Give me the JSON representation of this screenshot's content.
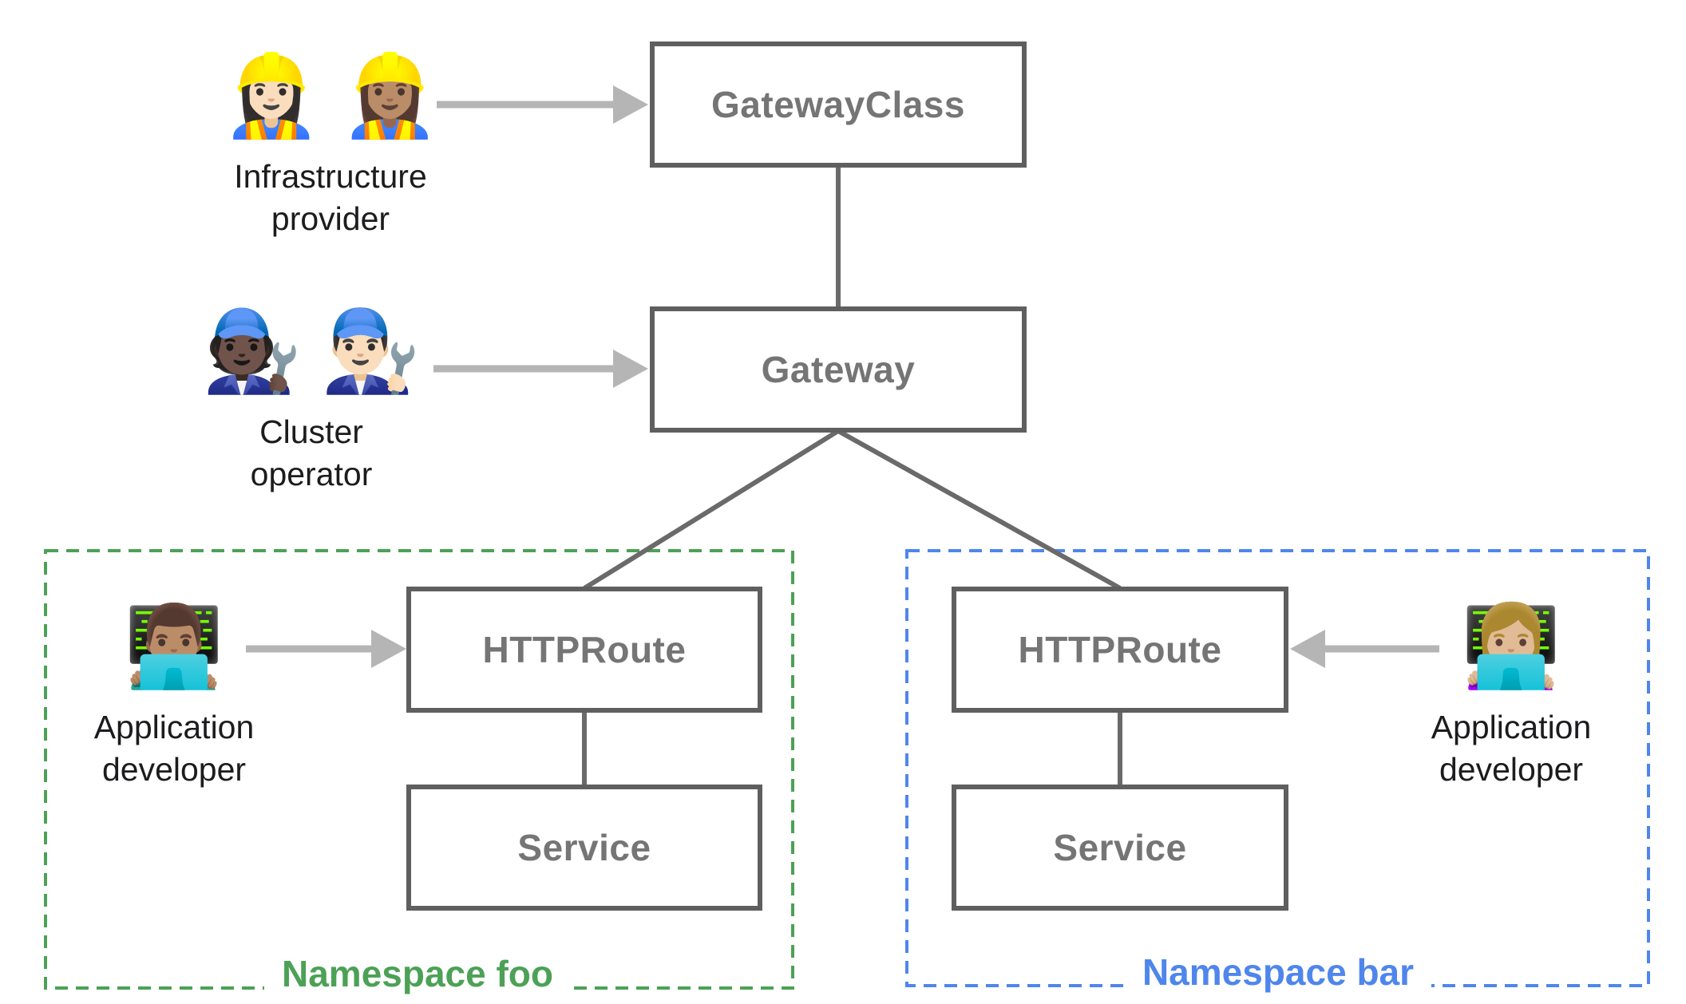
{
  "title": "Gateway API resource model diagram",
  "colors": {
    "background": "#ffffff",
    "box_border": "#5f5f5f",
    "box_label": "#757575",
    "connector": "#6a6a6a",
    "arrow": "#b5b5b5",
    "persona_text": "#1c1c1e",
    "namespace_foo": "#4ca156",
    "namespace_bar": "#4f86ec"
  },
  "nodes": {
    "gateway_class": {
      "label": "GatewayClass"
    },
    "gateway": {
      "label": "Gateway"
    },
    "httproute_foo": {
      "label": "HTTPRoute"
    },
    "service_foo": {
      "label": "Service"
    },
    "httproute_bar": {
      "label": "HTTPRoute"
    },
    "service_bar": {
      "label": "Service"
    }
  },
  "namespaces": {
    "foo": {
      "label": "Namespace foo",
      "color": "#4ca156"
    },
    "bar": {
      "label": "Namespace bar",
      "color": "#4f86ec"
    }
  },
  "personas": {
    "infrastructure_provider": {
      "icons": [
        {
          "name": "woman-construction-worker-light-skin-icon",
          "glyph": "👷🏻‍♀️"
        },
        {
          "name": "woman-construction-worker-medium-skin-icon",
          "glyph": "👷🏽‍♀️"
        }
      ],
      "label_line1": "Infrastructure",
      "label_line2": "provider"
    },
    "cluster_operator": {
      "icons": [
        {
          "name": "mechanic-dark-skin-icon",
          "glyph": "🧑🏿‍🔧"
        },
        {
          "name": "man-mechanic-light-skin-icon",
          "glyph": "👨🏻‍🔧"
        }
      ],
      "label_line1": "Cluster",
      "label_line2": "operator"
    },
    "application_developer_foo": {
      "icons": [
        {
          "name": "man-technologist-medium-skin-icon",
          "glyph": "👨🏽‍💻"
        }
      ],
      "label_line1": "Application",
      "label_line2": "developer"
    },
    "application_developer_bar": {
      "icons": [
        {
          "name": "woman-technologist-medium-light-skin-icon",
          "glyph": "👩🏼‍💻"
        }
      ],
      "label_line1": "Application",
      "label_line2": "developer"
    }
  }
}
